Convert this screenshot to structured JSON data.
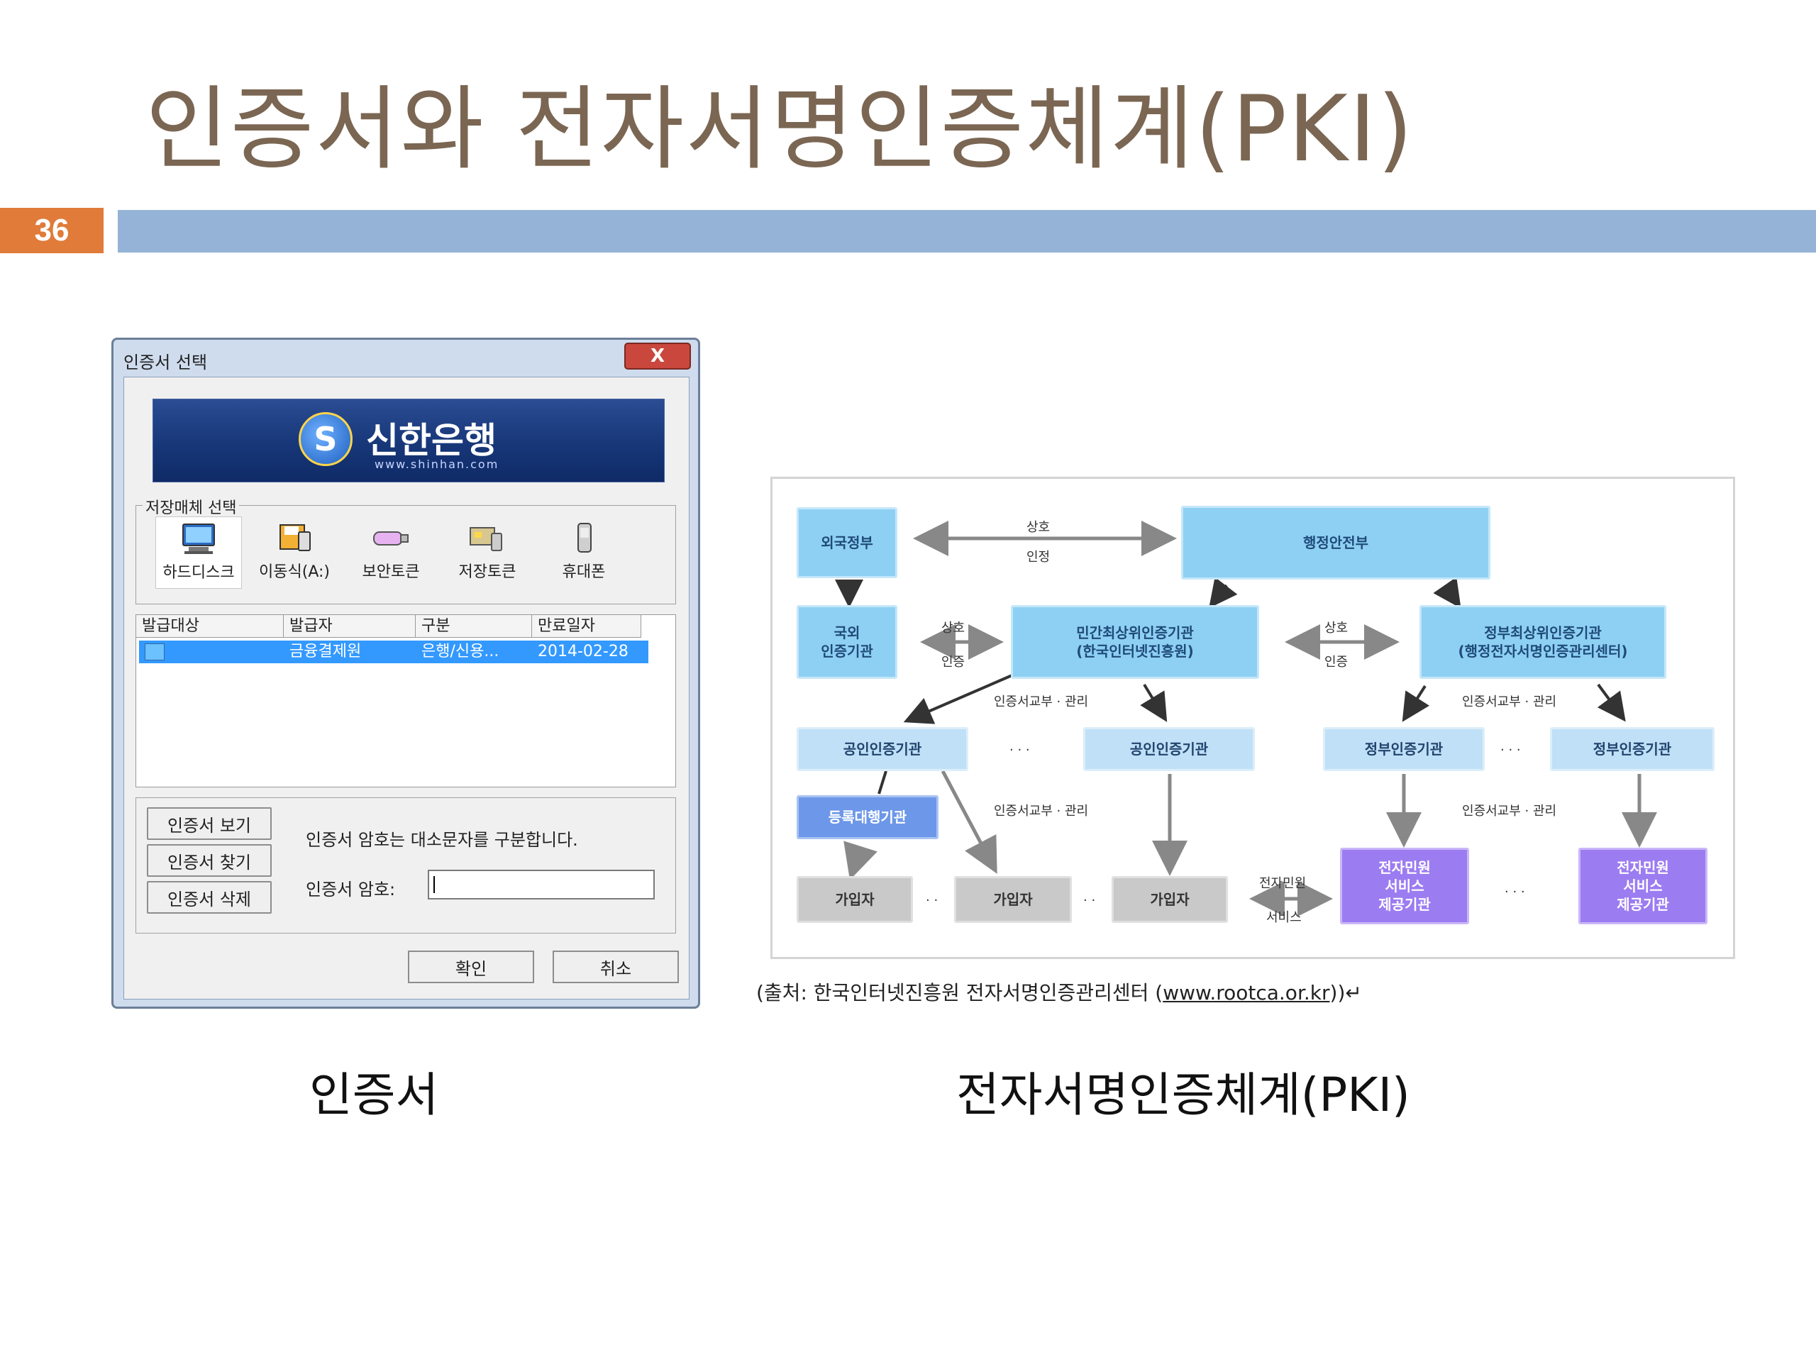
{
  "slide": {
    "title": "인증서와 전자서명인증체계(PKI)",
    "page_number": "36",
    "caption_left": "인증서",
    "caption_right": "전자서명인증체계(PKI)"
  },
  "dialog": {
    "title": "인증서 선택",
    "close_label": "X",
    "banner": {
      "logo_letter": "S",
      "bank_name": "신한은행",
      "url": "www.shinhan.com"
    },
    "media_legend": "저장매체 선택",
    "media": [
      "하드디스크",
      "이동식(A:)",
      "보안토큰",
      "저장토큰",
      "휴대폰"
    ],
    "columns": [
      "발급대상",
      "발급자",
      "구분",
      "만료일자"
    ],
    "rows": [
      {
        "subject": "",
        "issuer": "금융결제원",
        "type": "은행/신용...",
        "expiry": "2014-02-28"
      }
    ],
    "buttons": {
      "view": "인증서 보기",
      "find": "인증서 찾기",
      "delete": "인증서 삭제",
      "ok": "확인",
      "cancel": "취소"
    },
    "password_notice": "인증서 암호는 대소문자를 구분합니다.",
    "password_label": "인증서 암호:",
    "password_value": ""
  },
  "pki": {
    "foreign_gov": "외국정부",
    "mutual_top": "상호",
    "recognize_top": "인정",
    "mois": "행정안전부",
    "domestic_ca": [
      "국외",
      "인증기관"
    ],
    "mutual_left": "상호",
    "recognize_left": "인증",
    "private_root": [
      "민간최상위인증기관",
      "(한국인터넷진흥원)"
    ],
    "mutual_right": "상호",
    "recognize_right": "인증",
    "gov_root": [
      "정부최상위인증기관",
      "(행정전자서명인증관리센터)"
    ],
    "issue_mgmt": "인증서교부 · 관리",
    "public_ca": "공인인증기관",
    "dots": "· · ·",
    "gov_ca": "정부인증기관",
    "reg_agent": "등록대행기관",
    "subscriber": "가입자",
    "dots_small": "· ·",
    "e_service_label": [
      "전자민원",
      "서비스"
    ],
    "e_service_provider": [
      "전자민원",
      "서비스",
      "제공기관"
    ]
  },
  "source": {
    "prefix": "(출처: 한국인터넷진흥원 전자서명인증관리센터 (",
    "url": "www.rootca.or.kr",
    "suffix": "))↵"
  }
}
